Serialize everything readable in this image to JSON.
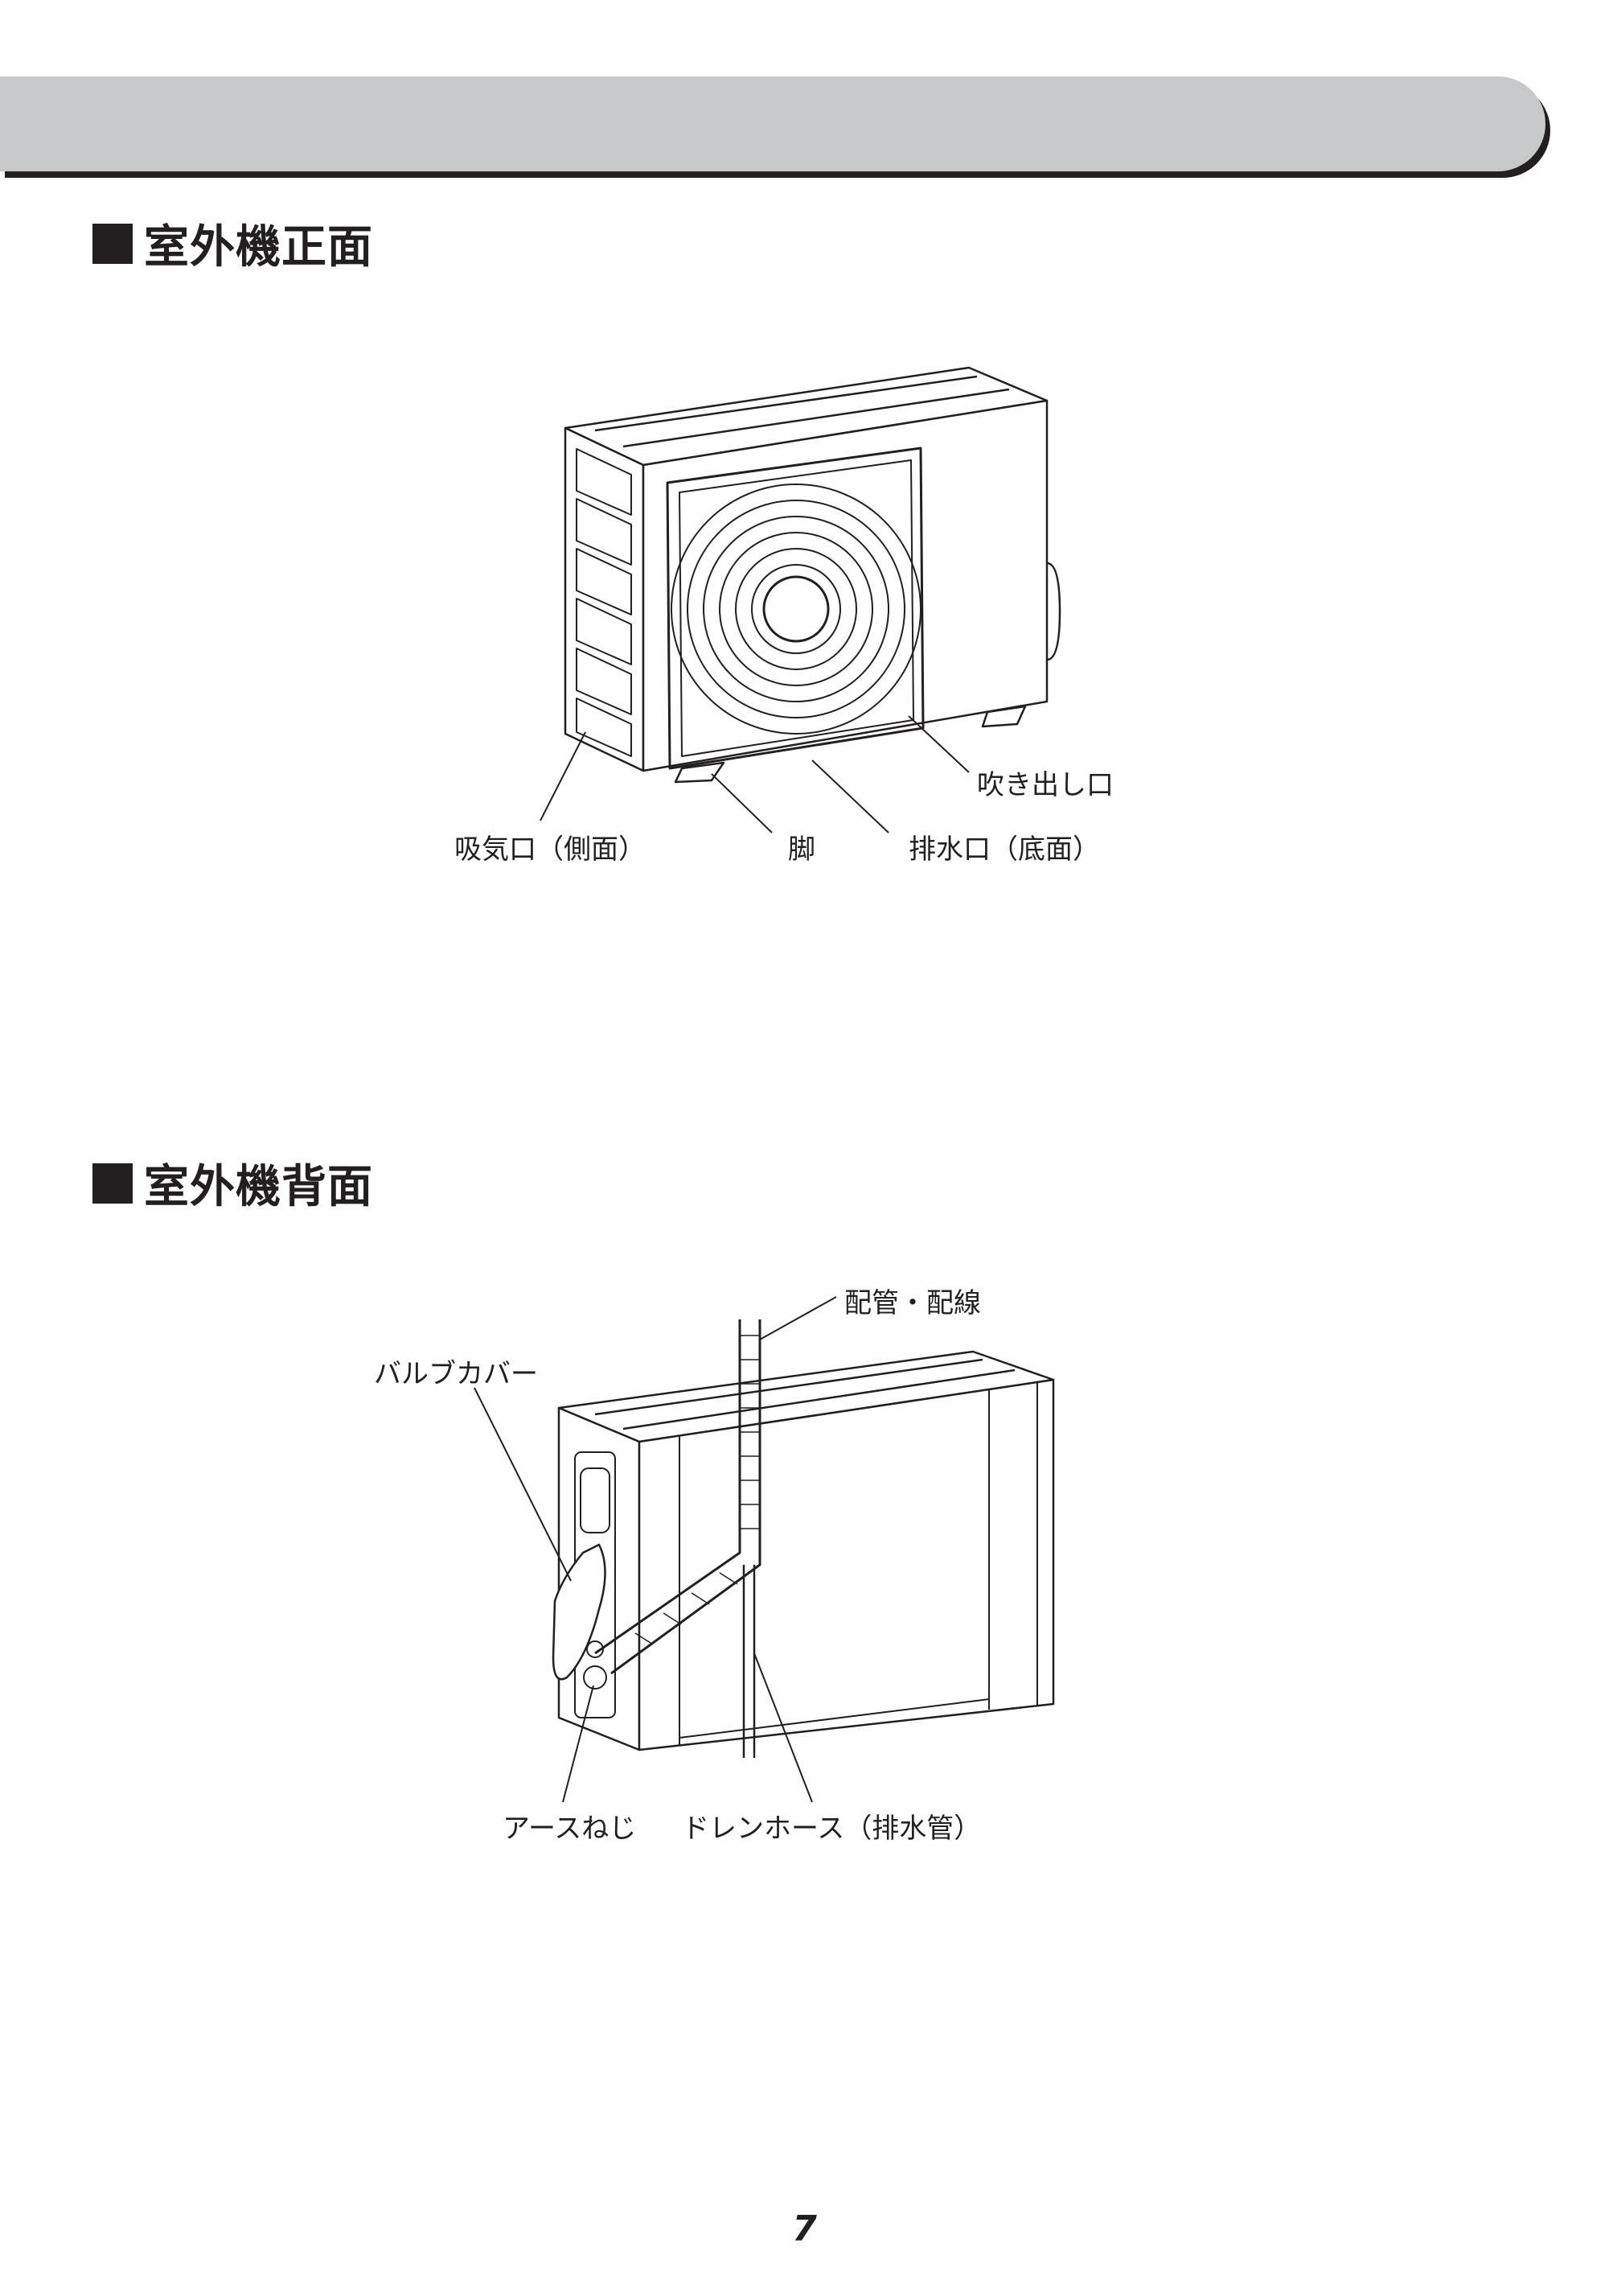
{
  "sections": [
    {
      "title": "室外機正面"
    },
    {
      "title": "室外機背面"
    }
  ],
  "front_labels": {
    "outlet": "吹き出し口",
    "intake": "吸気口（側面）",
    "leg": "脚",
    "drain_port": "排水口（底面）"
  },
  "back_labels": {
    "piping": "配管・配線",
    "valve_cover": "バルブカバー",
    "ground_screw": "アースねじ",
    "drain_hose": "ドレンホース（排水管）"
  },
  "page_number": "7"
}
